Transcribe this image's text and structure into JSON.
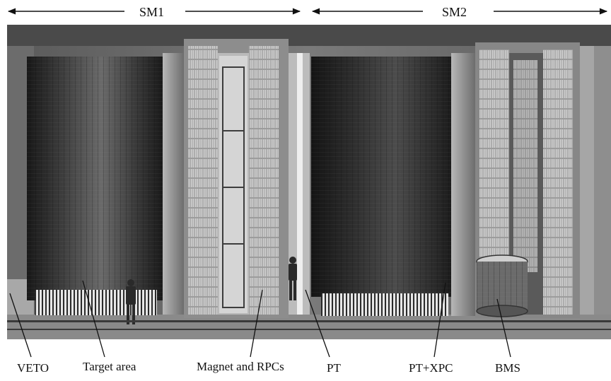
{
  "header": {
    "sm1": "SM1",
    "sm2": "SM2"
  },
  "labels": {
    "veto": "VETO",
    "target_area": "Target area",
    "magnet_rpcs": "Magnet and RPCs",
    "pt": "PT",
    "pt_xpc": "PT+XPC",
    "bms": "BMS"
  },
  "colors": {
    "ink": "#111111",
    "photo_dark": "#1c1c1c",
    "photo_mid": "#6e6e6e",
    "photo_light": "#cfcfcf"
  }
}
